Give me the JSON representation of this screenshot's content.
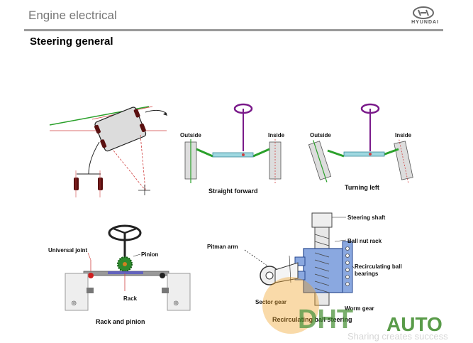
{
  "header": {
    "section_title": "Engine electrical",
    "brand": "HYUNDAI",
    "accent_color": "#9a9a9a"
  },
  "page_title": "Steering general",
  "figures": {
    "straight": {
      "outside_label": "Outside",
      "inside_label": "Inside",
      "caption": "Straight forward"
    },
    "turning": {
      "outside_label": "Outside",
      "inside_label": "Inside",
      "caption": "Turning left"
    },
    "rack_pinion": {
      "universal_joint": "Universal joint",
      "pinion": "Pinion",
      "rack": "Rack",
      "caption": "Rack and pinion"
    },
    "recirculating": {
      "steering_shaft": "Steering shaft",
      "pitman_arm": "Pitman arm",
      "ball_nut_rack": "Ball nut rack",
      "recirc_bearings_1": "Recirculating ball",
      "recirc_bearings_2": "bearings",
      "sector_gear": "Sector gear",
      "worm_gear": "Worm gear",
      "caption": "Recirculating ball steering"
    }
  },
  "watermark": {
    "brand_left": "DHT",
    "brand_right": "AUTO",
    "tagline": "Sharing creates success",
    "colors": {
      "green": "#3d8a2a",
      "orange": "#f0a020"
    }
  }
}
